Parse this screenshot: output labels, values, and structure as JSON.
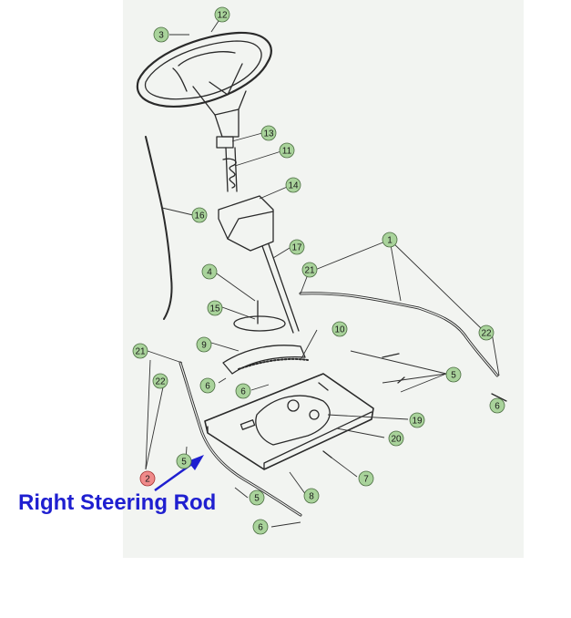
{
  "caption": "Right Steering Rod",
  "colors": {
    "callout_fill": "#a9d39b",
    "callout_stroke": "#4a6b40",
    "highlight_fill": "#f08a8a",
    "highlight_stroke": "#a03030",
    "arrow": "#1f1fd0",
    "background": "#f2f4f1"
  },
  "callouts": [
    {
      "id": "c12",
      "label": "12"
    },
    {
      "id": "c3",
      "label": "3"
    },
    {
      "id": "c13",
      "label": "13"
    },
    {
      "id": "c11",
      "label": "11"
    },
    {
      "id": "c14",
      "label": "14"
    },
    {
      "id": "c16",
      "label": "16"
    },
    {
      "id": "c17",
      "label": "17"
    },
    {
      "id": "c1",
      "label": "1"
    },
    {
      "id": "c21a",
      "label": "21"
    },
    {
      "id": "c4",
      "label": "4"
    },
    {
      "id": "c15",
      "label": "15"
    },
    {
      "id": "c22a",
      "label": "22"
    },
    {
      "id": "c10",
      "label": "10"
    },
    {
      "id": "c9",
      "label": "9"
    },
    {
      "id": "c21b",
      "label": "21"
    },
    {
      "id": "c22b",
      "label": "22"
    },
    {
      "id": "c5a",
      "label": "5"
    },
    {
      "id": "c6a",
      "label": "6"
    },
    {
      "id": "c6b",
      "label": "6"
    },
    {
      "id": "c6c",
      "label": "6"
    },
    {
      "id": "c19",
      "label": "19"
    },
    {
      "id": "c20",
      "label": "20"
    },
    {
      "id": "c5b",
      "label": "5"
    },
    {
      "id": "c7",
      "label": "7"
    },
    {
      "id": "c2",
      "label": "2",
      "highlight": true
    },
    {
      "id": "c8",
      "label": "8"
    },
    {
      "id": "c5c",
      "label": "5"
    },
    {
      "id": "c6d",
      "label": "6"
    }
  ]
}
